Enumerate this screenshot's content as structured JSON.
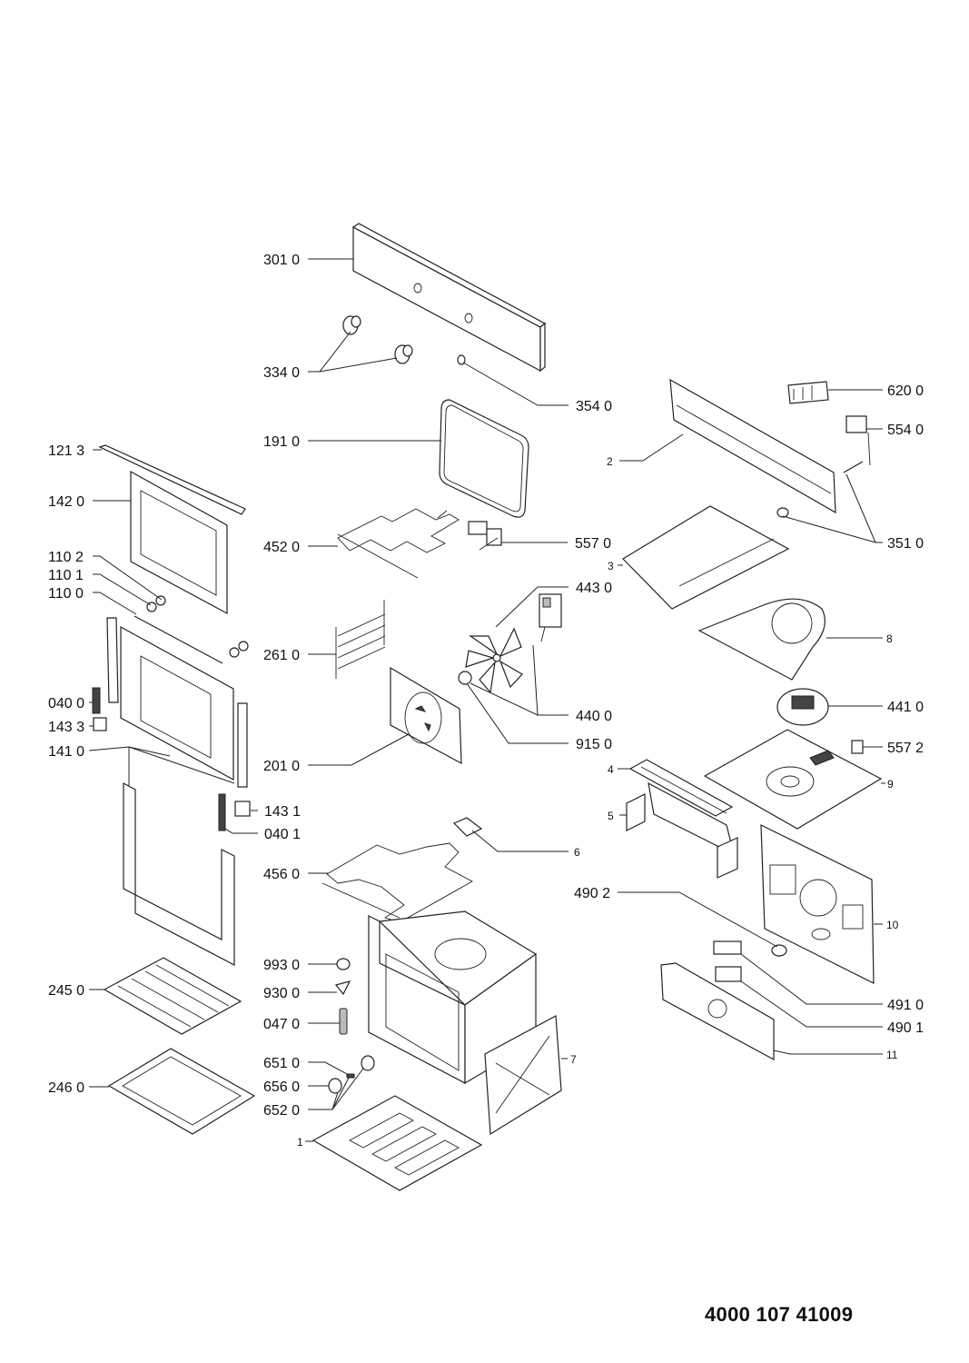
{
  "document": {
    "type": "exploded parts diagram",
    "subject": "built-in oven",
    "drawing_code": "4000 107 41009"
  },
  "labels": {
    "p3010": "301 0",
    "p3340": "334 0",
    "p3540": "354 0",
    "p1910": "191 0",
    "p4520": "452 0",
    "p5570": "557 0",
    "p4430": "443 0",
    "p2610": "261 0",
    "p4400": "440 0",
    "p9150": "915 0",
    "p2010": "201 0",
    "p1213": "121 3",
    "p1420": "142 0",
    "p1102": "110 2",
    "p1101": "110 1",
    "p1100": "110 0",
    "p0400": "040 0",
    "p1433": "143 3",
    "p1410": "141 0",
    "p1431": "143 1",
    "p0401": "040 1",
    "p4560": "456 0",
    "p6": "6",
    "p9930": "993 0",
    "p9300": "930 0",
    "p0470": "047 0",
    "p6510": "651 0",
    "p6560": "656 0",
    "p6520": "652 0",
    "p2450": "245 0",
    "p2460": "246 0",
    "p1": "1",
    "p7": "7",
    "p6200": "620 0",
    "p5540": "554 0",
    "p2": "2",
    "p3510": "351 0",
    "p3": "3",
    "p8": "8",
    "p4410": "441 0",
    "p5572": "557 2",
    "p4": "4",
    "p9": "9",
    "p5": "5",
    "p10": "10",
    "p4902": "490 2",
    "p4910": "491 0",
    "p4901": "490 1",
    "p11": "11"
  }
}
